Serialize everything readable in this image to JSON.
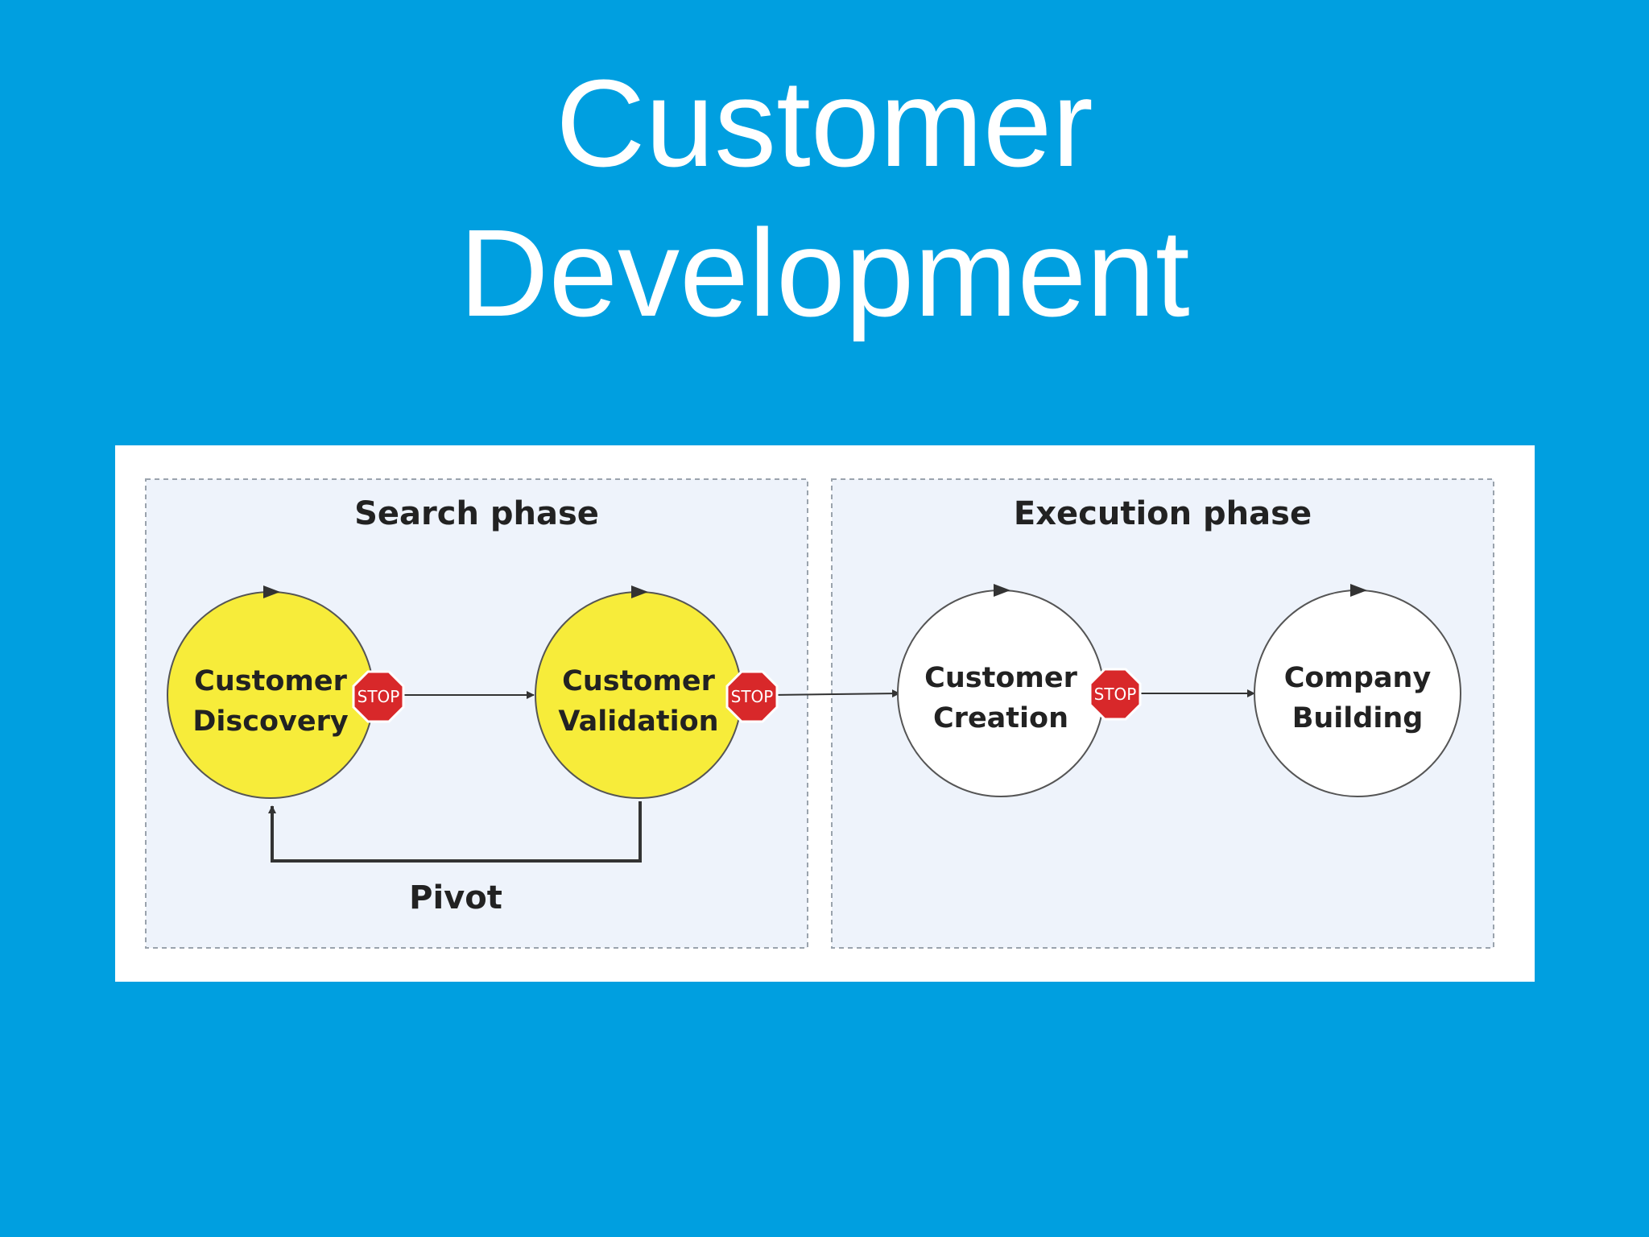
{
  "slide": {
    "title_line1": "Customer",
    "title_line2": "Development",
    "background_color": "#009fe0",
    "title_color": "#ffffff"
  },
  "diagram": {
    "phases": [
      {
        "label": "Search phase"
      },
      {
        "label": "Execution phase"
      }
    ],
    "nodes": [
      {
        "line1": "Customer",
        "line2": "Discovery",
        "fill": "#f7ec3a",
        "phase": "search"
      },
      {
        "line1": "Customer",
        "line2": "Validation",
        "fill": "#f7ec3a",
        "phase": "search"
      },
      {
        "line1": "Customer",
        "line2": "Creation",
        "fill": "#ffffff",
        "phase": "execution"
      },
      {
        "line1": "Company",
        "line2": "Building",
        "fill": "#ffffff",
        "phase": "execution"
      }
    ],
    "stop_sign": {
      "label": "STOP",
      "color": "#d8282a"
    },
    "pivot_label": "Pivot",
    "phase_panel_color": "#eef3fb",
    "dashed_border_color": "#9aa3ad",
    "line_color": "#333333",
    "node_outline_color": "#555555"
  }
}
